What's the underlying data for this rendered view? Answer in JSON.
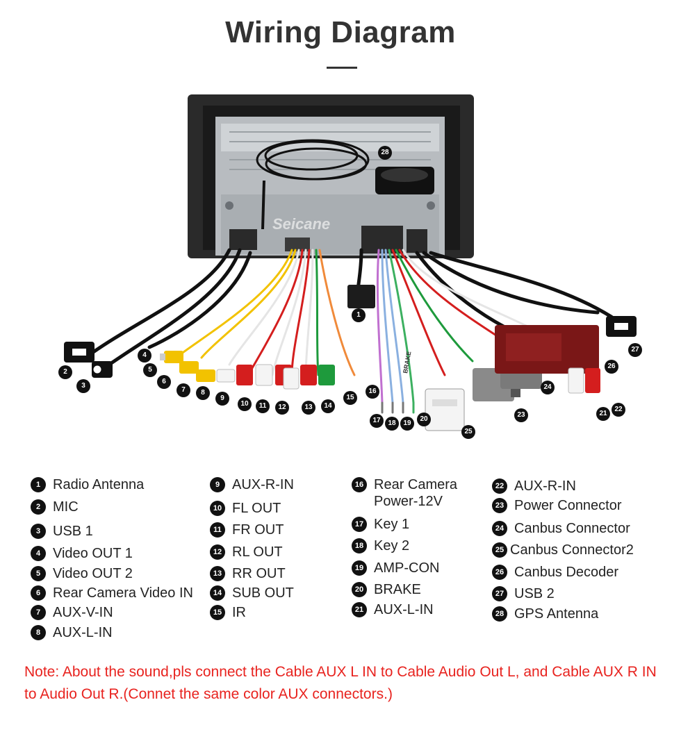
{
  "page": {
    "title": "Wiring Diagram",
    "accent_color": "#333333",
    "note_color": "#e8231f"
  },
  "diagram": {
    "watermark": "Seicane",
    "harness_label": "BRAKE",
    "callouts": [
      "1",
      "2",
      "3",
      "4",
      "5",
      "6",
      "7",
      "8",
      "9",
      "10",
      "11",
      "12",
      "13",
      "14",
      "15",
      "16",
      "17",
      "18",
      "19",
      "20",
      "21",
      "22",
      "23",
      "24",
      "25",
      "26",
      "27",
      "28"
    ]
  },
  "legend": {
    "col1": [
      {
        "num": "1",
        "label": "Radio Antenna"
      },
      {
        "num": "2",
        "label": "MIC"
      },
      {
        "num": "3",
        "label": "USB 1"
      },
      {
        "num": "4",
        "label": "Video OUT 1"
      },
      {
        "num": "5",
        "label": "Video OUT 2"
      },
      {
        "num": "6",
        "label": "Rear Camera Video IN"
      },
      {
        "num": "7",
        "label": "AUX-V-IN"
      },
      {
        "num": "8",
        "label": "AUX-L-IN"
      }
    ],
    "col2": [
      {
        "num": "9",
        "label": "AUX-R-IN"
      },
      {
        "num": "10",
        "label": "FL OUT"
      },
      {
        "num": "11",
        "label": "FR OUT"
      },
      {
        "num": "12",
        "label": "RL OUT"
      },
      {
        "num": "13",
        "label": "RR OUT"
      },
      {
        "num": "14",
        "label": "SUB OUT"
      },
      {
        "num": "15",
        "label": "IR"
      }
    ],
    "col3": [
      {
        "num": "16",
        "label": "Rear Camera\nPower-12V"
      },
      {
        "num": "17",
        "label": "Key 1"
      },
      {
        "num": "18",
        "label": "Key 2"
      },
      {
        "num": "19",
        "label": "AMP-CON"
      },
      {
        "num": "20",
        "label": "BRAKE"
      },
      {
        "num": "21",
        "label": "AUX-L-IN"
      }
    ],
    "col4": [
      {
        "num": "22",
        "label": "AUX-R-IN"
      },
      {
        "num": "23",
        "label": "Power Connector"
      },
      {
        "num": "24",
        "label": "Canbus Connector"
      },
      {
        "num": "25",
        "label": "Canbus Connector2"
      },
      {
        "num": "26",
        "label": "Canbus Decoder"
      },
      {
        "num": "27",
        "label": "USB 2"
      },
      {
        "num": "28",
        "label": "GPS Antenna"
      }
    ]
  },
  "note": {
    "text": "Note: About the sound,pls connect the Cable AUX L IN to Cable Audio Out L, and Cable AUX R IN to  Audio Out R.(Connet the same color AUX connectors.)"
  }
}
